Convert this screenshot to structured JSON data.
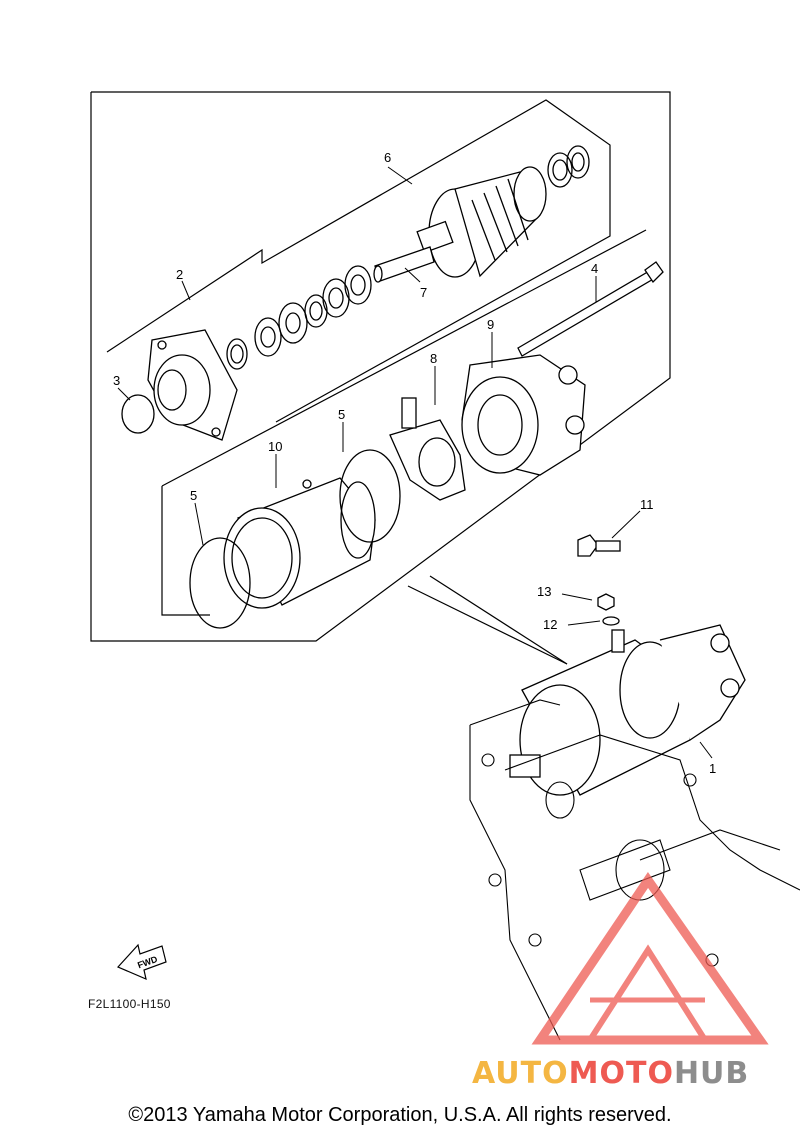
{
  "callouts": {
    "c1": "1",
    "c2": "2",
    "c3": "3",
    "c4": "4",
    "c5a": "5",
    "c5b": "5",
    "c6": "6",
    "c7": "7",
    "c8": "8",
    "c9": "9",
    "c10": "10",
    "c11": "11",
    "c12": "12",
    "c13": "13"
  },
  "fwd_label": "FWD",
  "diagram_code": "F2L1100-H150",
  "copyright": "©2013 Yamaha Motor Corporation, U.S.A. All rights reserved.",
  "watermark": {
    "part1": "AUTO",
    "part2": "MOTO",
    "part3": "HUB",
    "colors": {
      "auto": "#f4b642",
      "moto": "#ee5a52",
      "hub": "#8d8d8d",
      "triangle": "#ee5a52"
    }
  }
}
